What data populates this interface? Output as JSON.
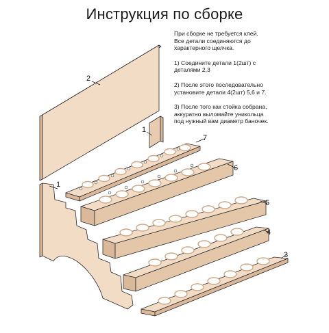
{
  "title": "Инструкция по сборке",
  "instructions": {
    "intro": "При сборке не требуется клей.\nВсе детали соединяются до\nхарактерного щелчка.",
    "step1": "1) Соедините детали 1(2шт) с\nдеталями 2,3",
    "step2": "2) После этого последовательно\nустановите детали 4(2шт) 5,6 и 7.",
    "step3": "3) После того как стойка собрана,\nаккуратно выломайте уникольца\nпод нужный вам диаметр баночек."
  },
  "callouts": {
    "part2": "2",
    "part1_top": "1",
    "part7": "7",
    "part6": "6",
    "part1_left": "1",
    "part5": "5",
    "part4": "4",
    "part3": "3"
  },
  "colors": {
    "wood": "#f3dcc6",
    "wood_dark": "#d9b99a",
    "edge": "#2a2a2a",
    "ring": "#cfa987"
  }
}
